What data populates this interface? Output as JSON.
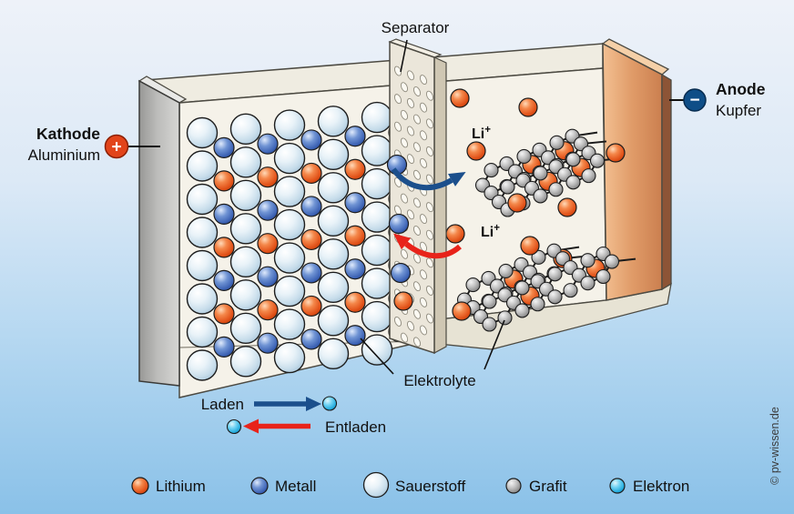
{
  "credit": "© pv-wissen.de",
  "terminals": {
    "cathode": {
      "name": "Kathode",
      "material": "Aluminium",
      "sign": "+",
      "color": "#e2441a"
    },
    "anode": {
      "name": "Anode",
      "material": "Kupfer",
      "sign": "−",
      "color": "#0f4e87"
    }
  },
  "parts": {
    "separator": "Separator",
    "electrolyte": "Elektrolyte"
  },
  "ions": {
    "symbol": "Li",
    "charge": "+"
  },
  "flow": {
    "charge": "Laden",
    "discharge": "Entladen"
  },
  "legend": [
    {
      "id": "lithium",
      "label": "Lithium",
      "color": "#e2571c"
    },
    {
      "id": "metall",
      "label": "Metall",
      "color": "#3f6fbe"
    },
    {
      "id": "sauerstoff",
      "label": "Sauerstoff",
      "color": "#d8e9f3"
    },
    {
      "id": "grafit",
      "label": "Grafit",
      "color": "#9a9a9a"
    },
    {
      "id": "elektron",
      "label": "Elektron",
      "color": "#29b6e8"
    }
  ],
  "arrow_colors": {
    "charge": "#1b4f8c",
    "discharge": "#e8231a"
  }
}
